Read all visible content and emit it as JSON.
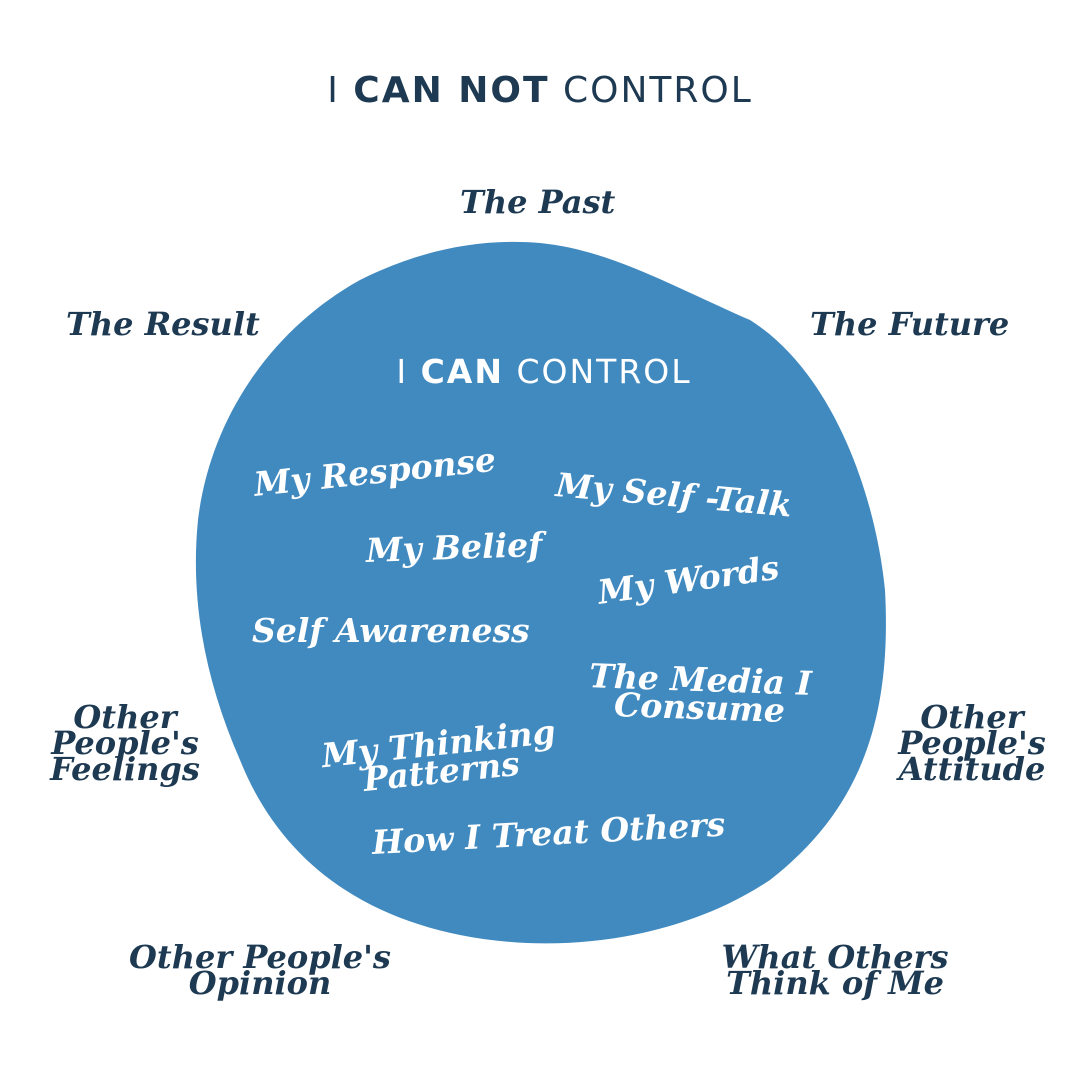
{
  "title": {
    "prefix": "I",
    "emphasis": "CAN NOT",
    "suffix": "CONTROL"
  },
  "inner": {
    "prefix": "I",
    "emphasis": "CAN",
    "suffix": "CONTROL"
  },
  "colors": {
    "circle": "#418ac0",
    "outer_text": "#1e3a52",
    "inner_text": "#ffffff",
    "background": "#ffffff"
  },
  "cannot_control": {
    "past": "The Past",
    "result": "The Result",
    "future": "The Future",
    "feelings": [
      "Other",
      "People's",
      "Feelings"
    ],
    "attitude": [
      "Other",
      "People's",
      "Attitude"
    ],
    "opinion": [
      "Other People's",
      "Opinion"
    ],
    "others_think": [
      "What Others",
      "Think of Me"
    ]
  },
  "can_control": {
    "response": "My Response",
    "self_talk": "My Self -Talk",
    "belief": "My Belief",
    "words": "My Words",
    "self_awareness": "Self Awareness",
    "media": [
      "The Media I",
      "Consume"
    ],
    "thinking": [
      "My Thinking",
      "Patterns"
    ],
    "treat_others": "How I Treat Others"
  }
}
